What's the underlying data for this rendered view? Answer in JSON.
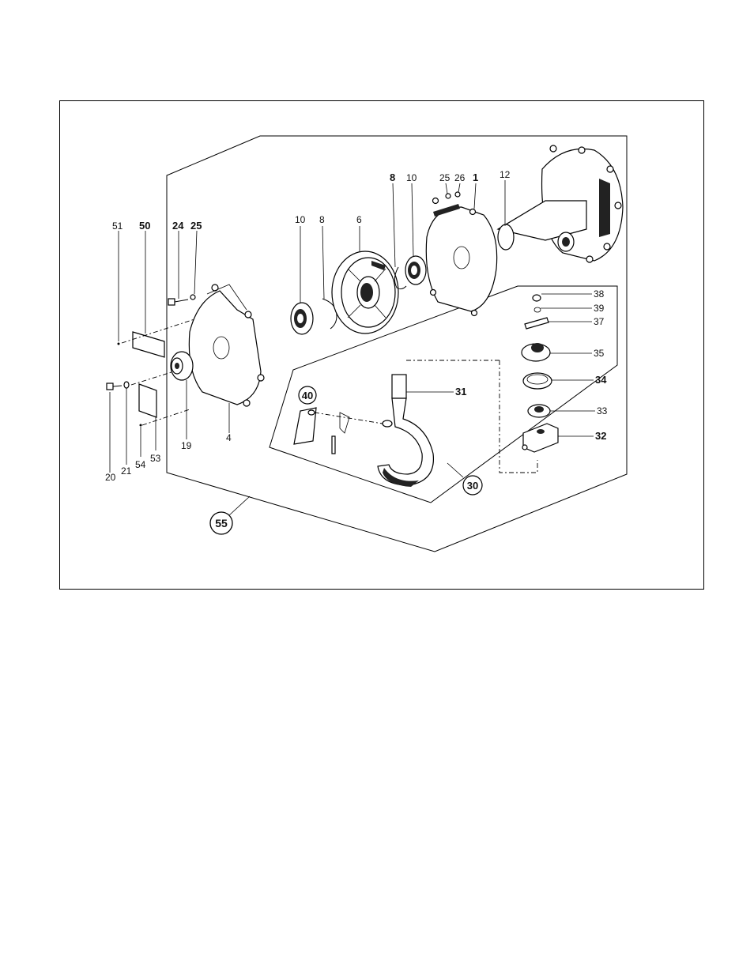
{
  "figure": {
    "callouts": [
      {
        "id": "51",
        "text": "51"
      },
      {
        "id": "50",
        "text": "50"
      },
      {
        "id": "24",
        "text": "24"
      },
      {
        "id": "25a",
        "text": "25"
      },
      {
        "id": "20",
        "text": "20"
      },
      {
        "id": "21",
        "text": "21"
      },
      {
        "id": "54",
        "text": "54"
      },
      {
        "id": "53",
        "text": "53"
      },
      {
        "id": "19",
        "text": "19"
      },
      {
        "id": "4",
        "text": "4"
      },
      {
        "id": "10a",
        "text": "10"
      },
      {
        "id": "8a",
        "text": "8"
      },
      {
        "id": "6",
        "text": "6"
      },
      {
        "id": "8b",
        "text": "8"
      },
      {
        "id": "10b",
        "text": "10"
      },
      {
        "id": "25b",
        "text": "25"
      },
      {
        "id": "26",
        "text": "26"
      },
      {
        "id": "1",
        "text": "1"
      },
      {
        "id": "12",
        "text": "12"
      },
      {
        "id": "38",
        "text": "38"
      },
      {
        "id": "39",
        "text": "39"
      },
      {
        "id": "37",
        "text": "37"
      },
      {
        "id": "35",
        "text": "35"
      },
      {
        "id": "34",
        "text": "34"
      },
      {
        "id": "33",
        "text": "33"
      },
      {
        "id": "32",
        "text": "32"
      },
      {
        "id": "31",
        "text": "31"
      }
    ],
    "circled_callouts": [
      {
        "id": "40",
        "text": "40"
      },
      {
        "id": "30",
        "text": "30"
      },
      {
        "id": "55",
        "text": "55"
      }
    ]
  }
}
